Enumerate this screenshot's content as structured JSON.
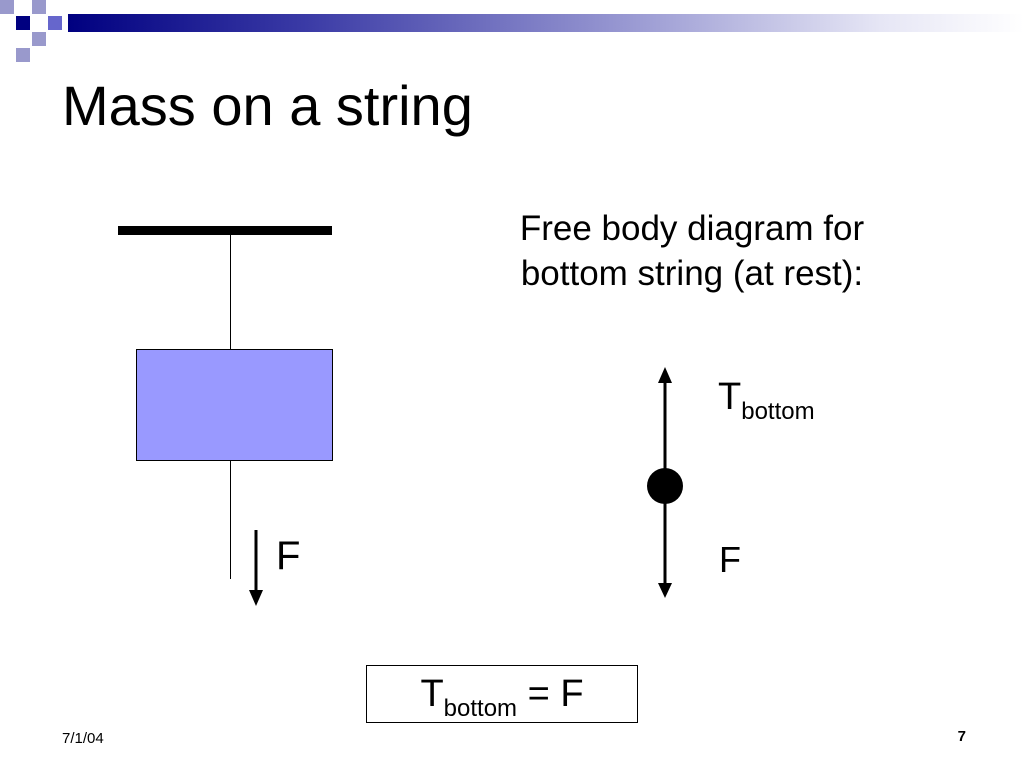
{
  "slide": {
    "title": "Mass on a string",
    "caption_line1": "Free body diagram for",
    "caption_line2": "bottom string (at rest):",
    "footer_date": "7/1/04",
    "page_number": "7"
  },
  "diagram": {
    "left_force_label": "F",
    "tension_symbol": "T",
    "tension_subscript": "bottom",
    "right_force_label": "F",
    "block_color": "#9999ff"
  },
  "equation": {
    "lhs_symbol": "T",
    "lhs_subscript": "bottom",
    "rhs": "= F"
  },
  "theme": {
    "accent_dark": "#000080",
    "accent_mid": "#6666cc",
    "accent_light": "#9999cc"
  }
}
